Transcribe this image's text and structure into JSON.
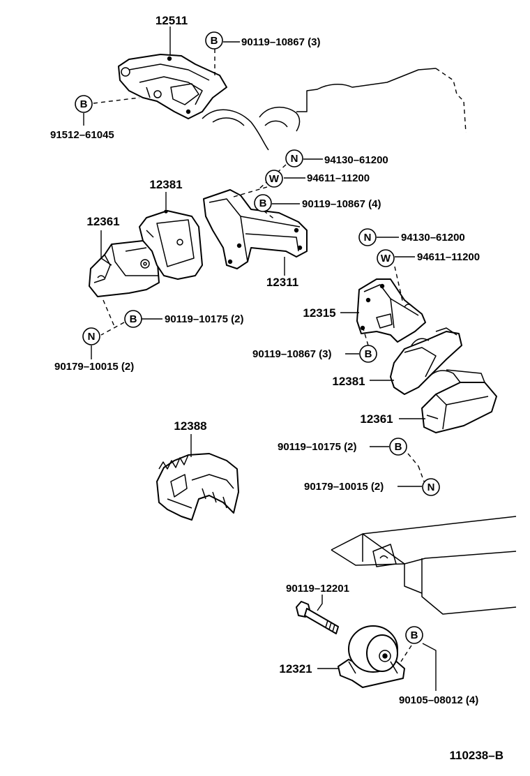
{
  "parts": {
    "p12511": "12511",
    "p12381a": "12381",
    "p12361a": "12361",
    "p12311": "12311",
    "p12315": "12315",
    "p12381b": "12381",
    "p12361b": "12361",
    "p12388": "12388",
    "p12321": "12321"
  },
  "fasteners": {
    "f1": "90119–10867 (3)",
    "f2": "91512–61045",
    "f3": "94130–61200",
    "f4": "94611–11200",
    "f5": "90119–10867 (4)",
    "f6": "90119–10175 (2)",
    "f7": "90179–10015 (2)",
    "f8": "94130–61200",
    "f9": "94611–11200",
    "f10": "90119–10867 (3)",
    "f11": "90119–10175 (2)",
    "f12": "90179–10015 (2)",
    "f13": "90119–12201",
    "f14": "90105–08012 (4)"
  },
  "symbols": {
    "s1": "B",
    "s2": "B",
    "s3": "N",
    "s4": "W",
    "s5": "B",
    "s6": "B",
    "s7": "N",
    "s8": "N",
    "s9": "W",
    "s10": "B",
    "s11": "B",
    "s12": "N",
    "s13": "B"
  },
  "figure_code": "110238–B"
}
